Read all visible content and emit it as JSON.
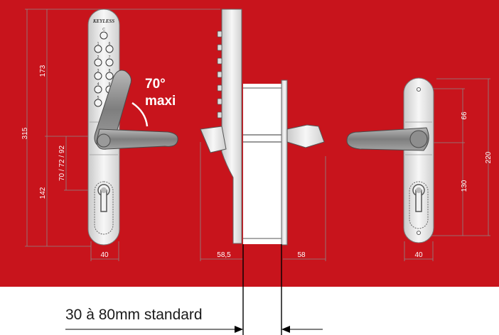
{
  "brand": "KEYLESS",
  "keypad": {
    "top_key": "C",
    "left_column": [
      "1",
      "2",
      "3",
      "4",
      "5"
    ],
    "right_column": [
      "6",
      "7",
      "8",
      "9",
      "0"
    ]
  },
  "angle_label": {
    "line1": "70°",
    "line2": "maxi"
  },
  "dimensions": {
    "total_height": "315",
    "upper_height": "173",
    "lower_height": "142",
    "spindle_options": "70 / 72 / 92",
    "front_width": "40",
    "front_projection": "58,5",
    "back_projection": "58",
    "back_upper": "66",
    "back_lower": "130",
    "back_total": "220",
    "back_width": "40"
  },
  "door_thickness": "30 à 80mm standard",
  "colors": {
    "background": "#c8141c",
    "plate": "#e9e9e9",
    "handle": "#8c8c8c",
    "caption": "#1a1a1a"
  }
}
